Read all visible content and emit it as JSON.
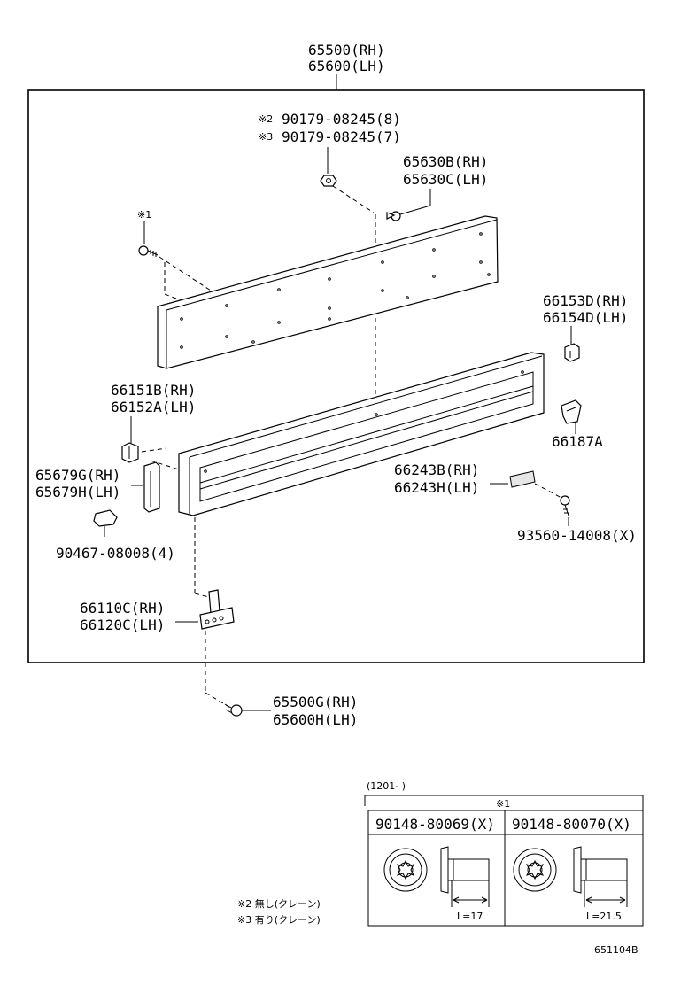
{
  "callouts": {
    "assembly_rh": "65500(RH)",
    "assembly_lh": "65600(LH)",
    "note2_mark": "※2",
    "note3_mark": "※3",
    "note1_mark": "※1",
    "bolt_n2": "90179-08245(8)",
    "bolt_n3": "90179-08245(7)",
    "plate_bolt_rh": "65630B(RH)",
    "plate_bolt_lh": "65630C(LH)",
    "clip_upper_rh": "66153D(RH)",
    "clip_upper_lh": "66154D(LH)",
    "clip_66187": "66187A",
    "bracket_rh": "66151B(RH)",
    "bracket_lh": "66152A(LH)",
    "protector_rh": "65679G(RH)",
    "protector_lh": "65679H(LH)",
    "grommet": "90467-08008(4)",
    "plate_rh": "66243B(RH)",
    "plate_lh": "66243H(LH)",
    "screw_93560": "93560-14008(X)",
    "hinge_rh": "66110C(RH)",
    "hinge_lh": "66120C(LH)",
    "hinge_bolt_rh": "65500G(RH)",
    "hinge_bolt_lh": "65600H(LH)"
  },
  "inset": {
    "date_range": "(1201-      )",
    "header_mark": "※1",
    "col1_part": "90148-80069(X)",
    "col2_part": "90148-80070(X)",
    "col1_length": "L=17",
    "col2_length": "L=21.5"
  },
  "notes": {
    "note2": "※2 無し(クレーン)",
    "note3": "※3 有り(クレーン)"
  },
  "figure_code": "651104B"
}
